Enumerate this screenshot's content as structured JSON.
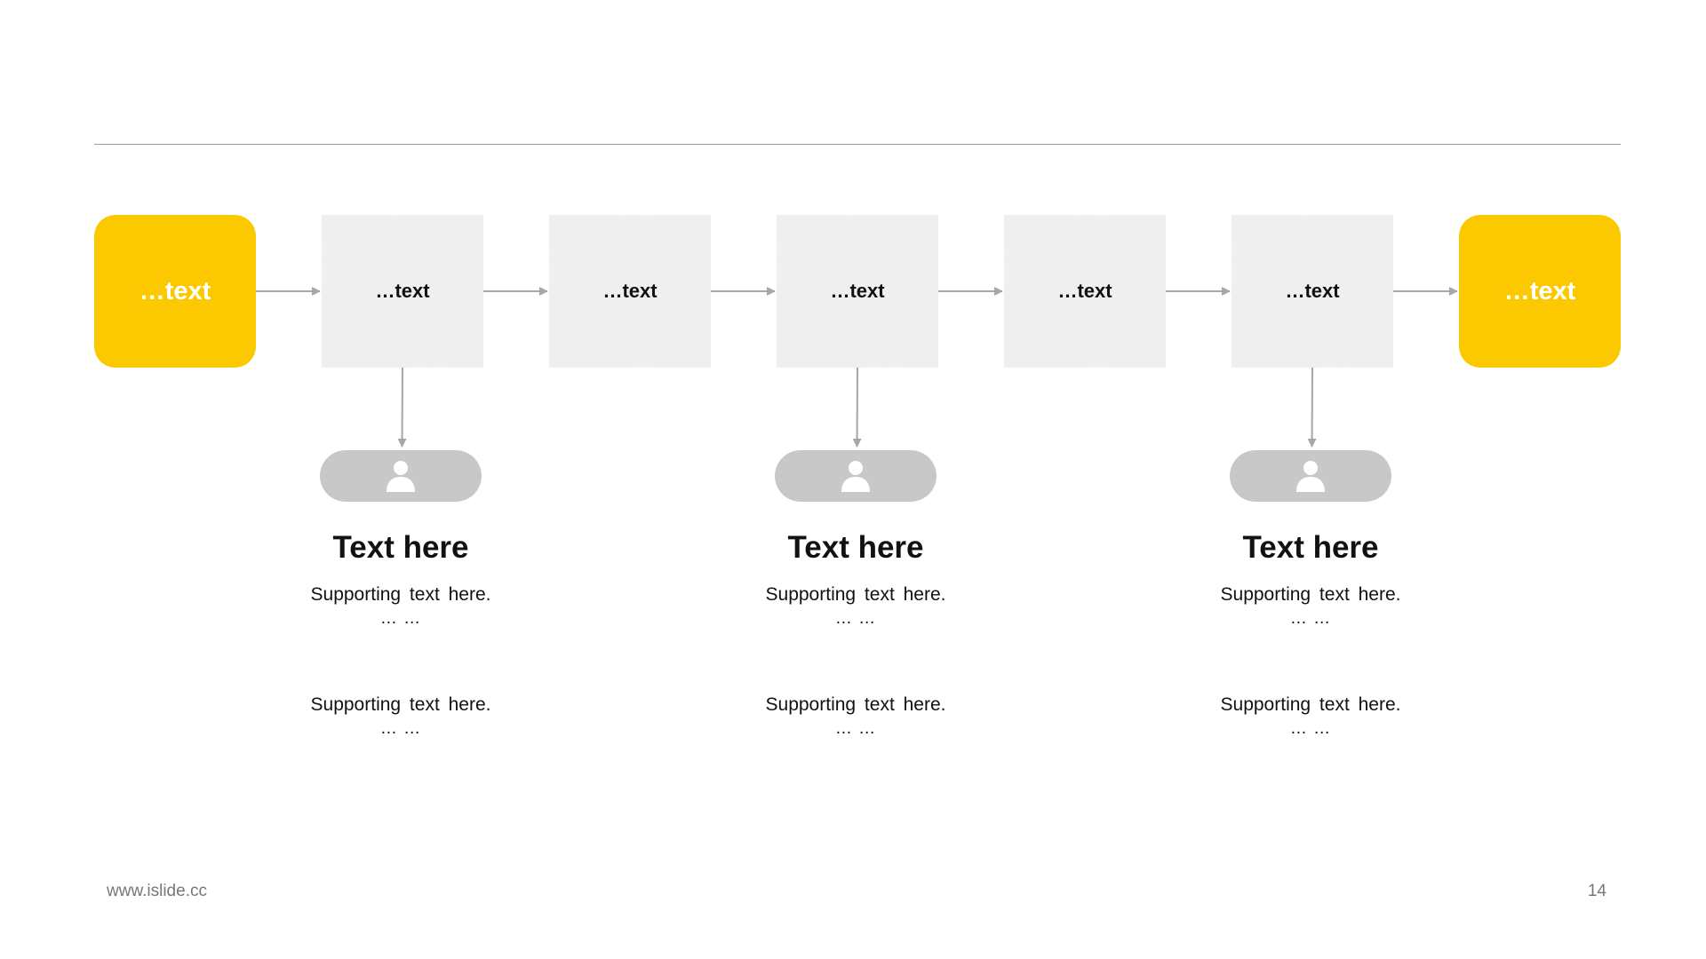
{
  "flow_boxes": [
    {
      "label": "…text",
      "style": "highlight"
    },
    {
      "label": "…text",
      "style": "plain"
    },
    {
      "label": "…text",
      "style": "plain"
    },
    {
      "label": "…text",
      "style": "plain"
    },
    {
      "label": "…text",
      "style": "plain"
    },
    {
      "label": "…text",
      "style": "plain"
    },
    {
      "label": "…text",
      "style": "highlight"
    }
  ],
  "columns": [
    {
      "title": "Text here",
      "support_1": "Supporting text here.",
      "dots_1": "… …",
      "support_2": "Supporting text here.",
      "dots_2": "… …",
      "icon": "person-icon"
    },
    {
      "title": "Text here",
      "support_1": "Supporting text here.",
      "dots_1": "… …",
      "support_2": "Supporting text here.",
      "dots_2": "… …",
      "icon": "person-icon"
    },
    {
      "title": "Text here",
      "support_1": "Supporting text here.",
      "dots_1": "… …",
      "support_2": "Supporting text here.",
      "dots_2": "… …",
      "icon": "person-icon"
    }
  ],
  "footer": {
    "url": "www.islide.cc",
    "page_number": "14"
  },
  "colors": {
    "highlight": "#fcc800",
    "plain_box": "#f1f1f1",
    "pill": "#c8c8c8",
    "connector": "#a6a6a6",
    "rule": "#9a9a9a"
  }
}
